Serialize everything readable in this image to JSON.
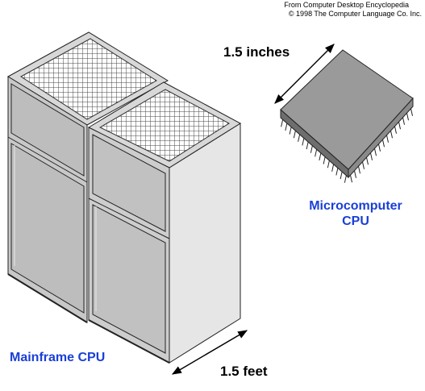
{
  "credits": {
    "line1": "From Computer Desktop Encyclopedia",
    "line2": "© 1998 The Computer Language Co. Inc."
  },
  "mainframe": {
    "caption": "Mainframe CPU",
    "dimension": "1.5 feet"
  },
  "microcomputer": {
    "caption_line1": "Microcomputer",
    "caption_line2": "CPU",
    "dimension": "1.5 inches"
  },
  "colors": {
    "caption": "#1a3fd6",
    "cabinet_front": "#c8c8c8",
    "cabinet_side": "#e6e6e6",
    "chip_top": "#9a9a9a"
  }
}
